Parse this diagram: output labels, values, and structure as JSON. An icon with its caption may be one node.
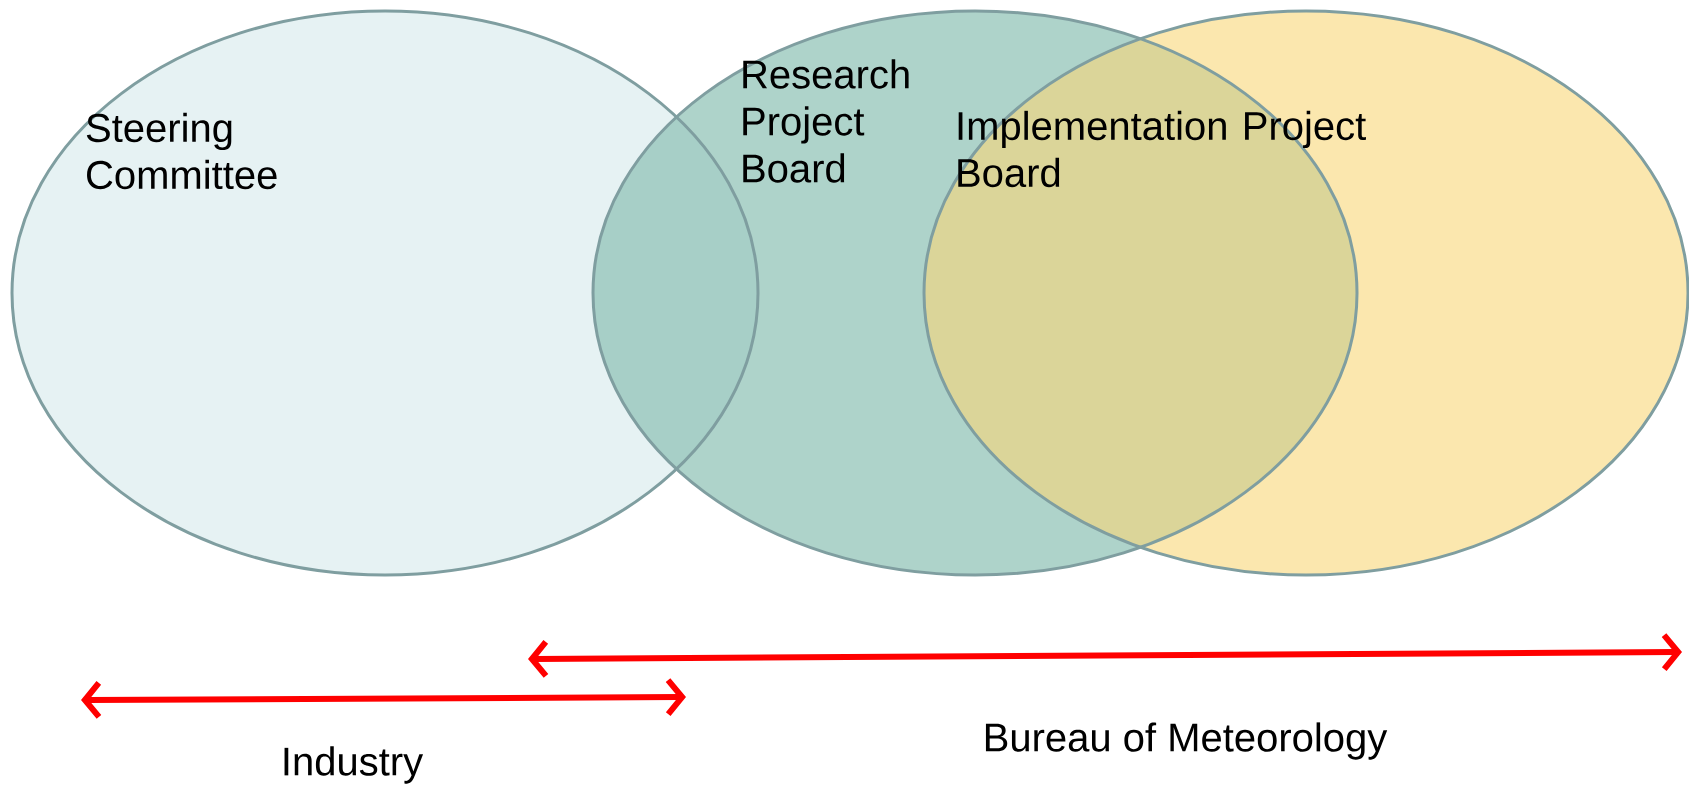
{
  "diagram": {
    "nodes": [
      {
        "text": [
          "Steering Committee"
        ]
      },
      {
        "text": [
          "Research Project Board"
        ]
      },
      {
        "text": [
          "Implementation Project Board"
        ]
      }
    ],
    "labels": [
      "Industry",
      "Bureau of Meteorology"
    ]
  }
}
